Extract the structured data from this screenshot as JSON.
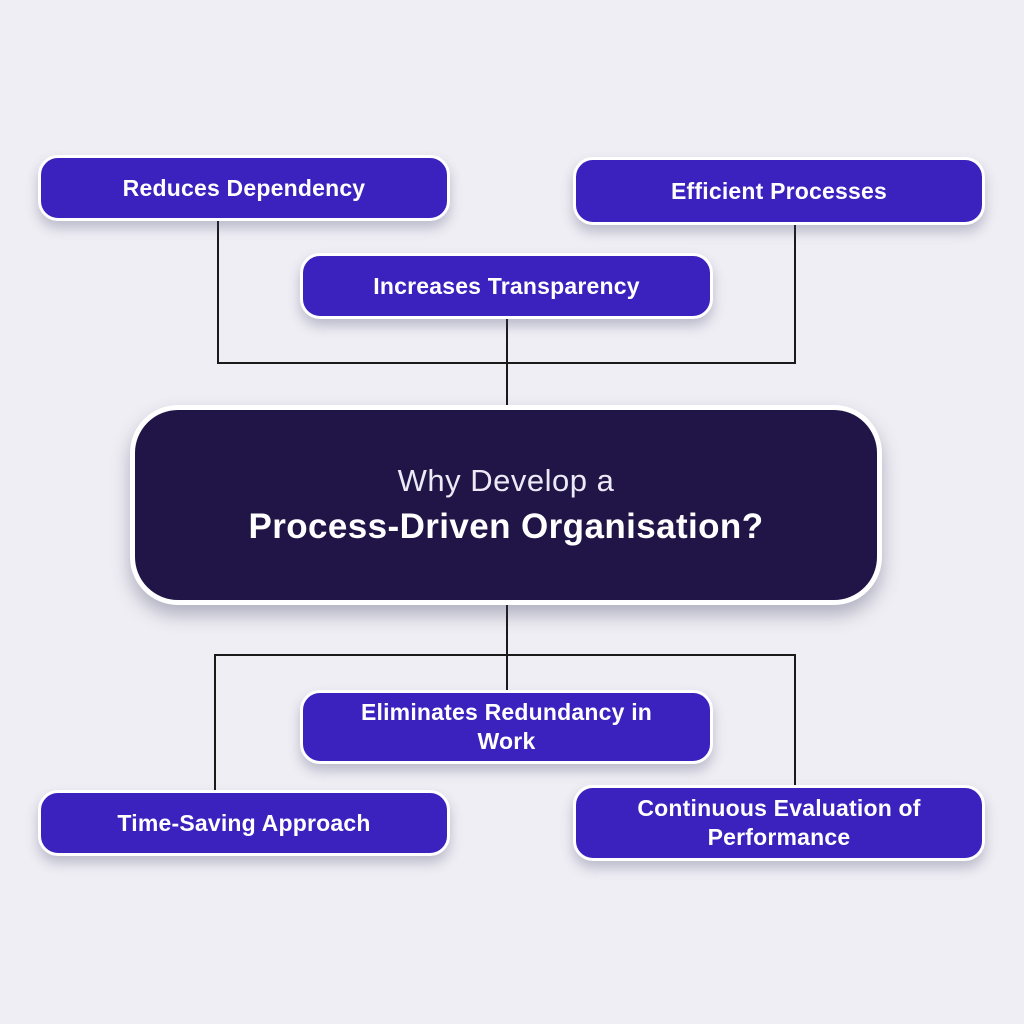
{
  "colors": {
    "background": "#efeef4",
    "pill": "#3b21bd",
    "center": "#211447",
    "line": "#1a1a1a",
    "text": "#ffffff"
  },
  "center": {
    "line1": "Why Develop a",
    "line2": "Process-Driven Organisation?"
  },
  "benefits_top": [
    {
      "id": "reduces-dependency",
      "label": "Reduces Dependency"
    },
    {
      "id": "efficient-processes",
      "label": "Efficient Processes"
    },
    {
      "id": "increases-transparency",
      "label": "Increases Transparency"
    }
  ],
  "benefits_bottom": [
    {
      "id": "eliminates-redundancy",
      "label": "Eliminates Redundancy in Work"
    },
    {
      "id": "time-saving-approach",
      "label": "Time-Saving Approach"
    },
    {
      "id": "continuous-evaluation",
      "label": "Continuous Evaluation of Performance"
    }
  ]
}
